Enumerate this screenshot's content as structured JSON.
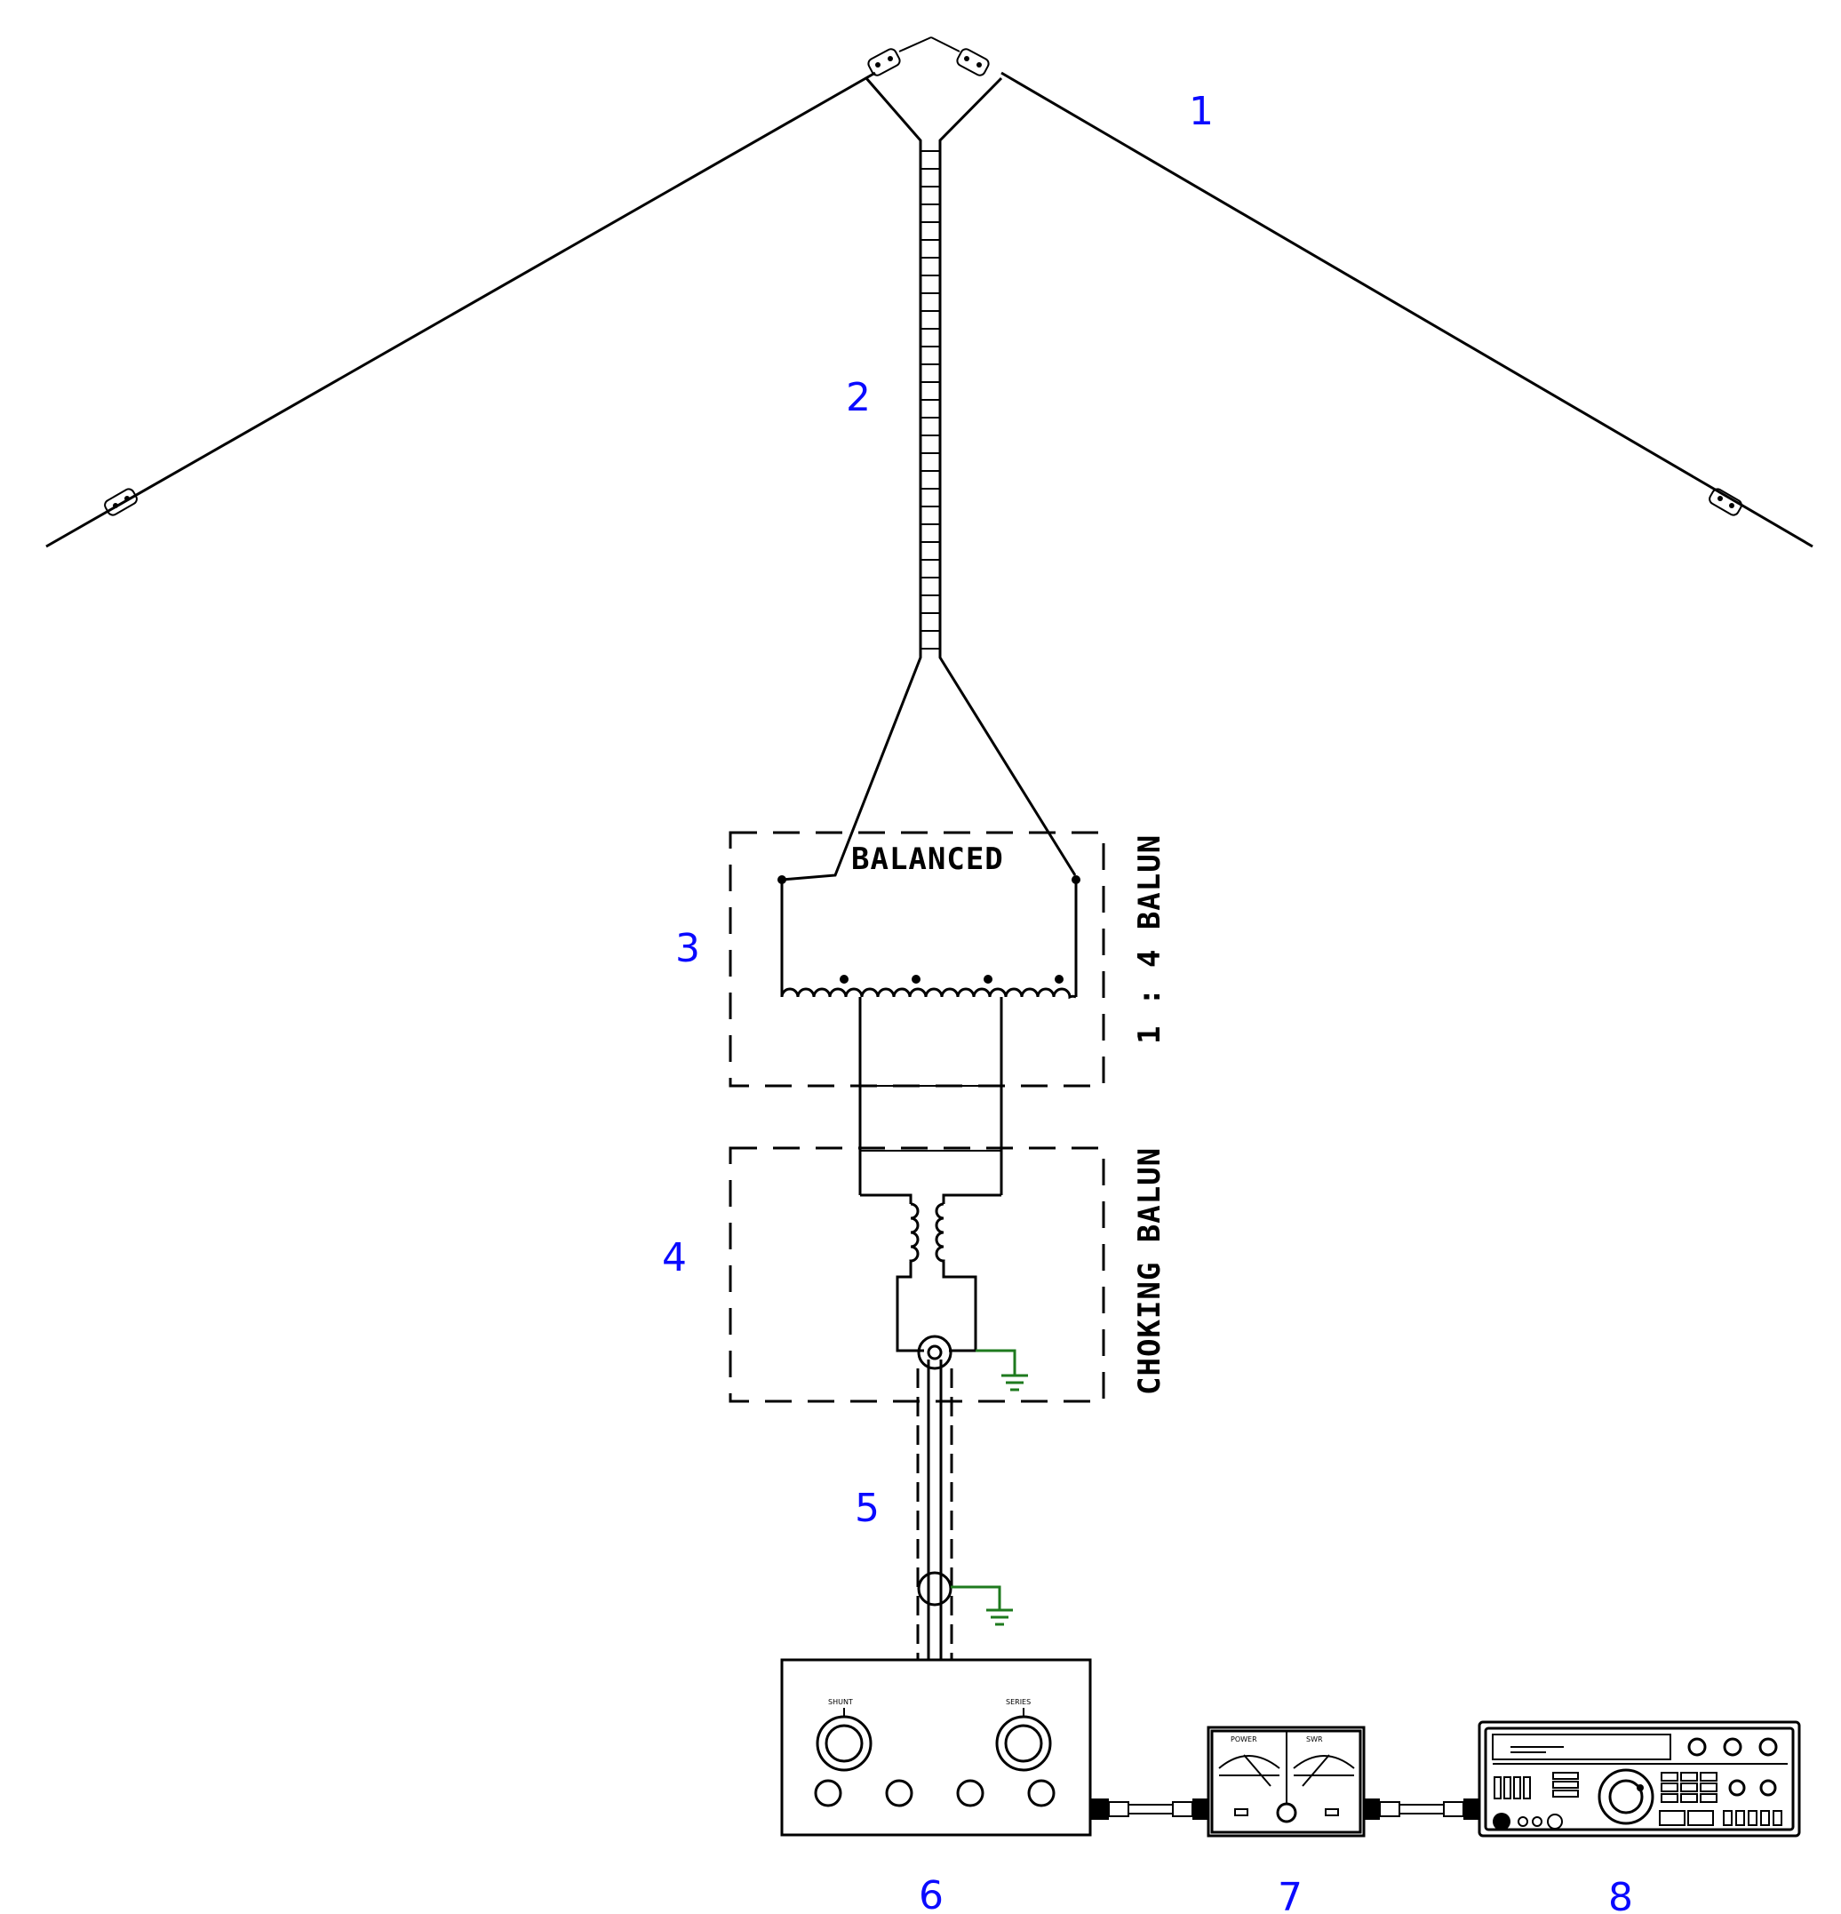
{
  "callouts": {
    "n1": "1",
    "n2": "2",
    "n3": "3",
    "n4": "4",
    "n5": "5",
    "n6": "6",
    "n7": "7",
    "n8": "8"
  },
  "labels": {
    "balanced": "BALANCED",
    "balun_1_4": "1 : 4  BALUN",
    "choking_balun": "CHOKING  BALUN"
  },
  "tuner": {
    "shunt_label": "SHUNT",
    "series_label": "SERIES"
  },
  "meter": {
    "power_label": "POWER",
    "swr_label": "SWR"
  },
  "colors": {
    "callout": "#0a0aff",
    "ground": "#1e7a1e"
  }
}
